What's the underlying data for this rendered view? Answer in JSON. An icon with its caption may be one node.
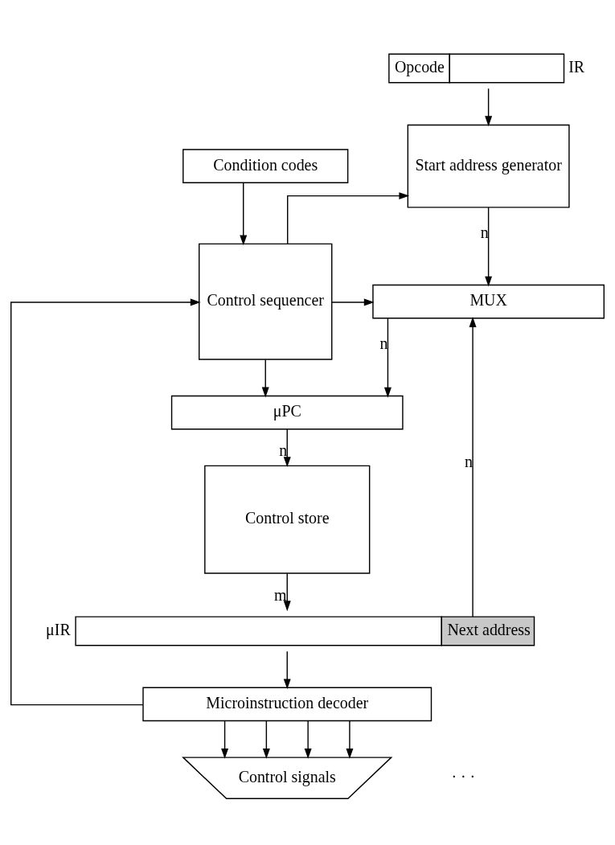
{
  "diagram": {
    "nodes": [
      {
        "text": [
          "Opcode"
        ],
        "beside": [
          "IR"
        ]
      },
      {
        "text": [
          "Start address generator"
        ]
      },
      {
        "text": [
          "Condition codes"
        ]
      },
      {
        "text": [
          "Control sequencer"
        ]
      },
      {
        "text": [
          "MUX"
        ]
      },
      {
        "text": [
          "μPC"
        ]
      },
      {
        "text": [
          "Control store"
        ]
      },
      {
        "text": [
          "Next address"
        ],
        "beside": [
          "μIR"
        ]
      },
      {
        "text": [
          "Microinstruction decoder"
        ]
      },
      {
        "text": [
          "Control signals"
        ]
      }
    ],
    "edges": [
      {
        "from": 0,
        "to": 1,
        "arrow": "to"
      },
      {
        "from": 2,
        "to": 3,
        "arrow": "to"
      },
      {
        "from": 3,
        "to": 1,
        "arrow": "to"
      },
      {
        "from": 1,
        "to": 4,
        "arrow": "to",
        "label": "n"
      },
      {
        "from": 3,
        "to": 4,
        "arrow": "to"
      },
      {
        "from": 7,
        "to": 4,
        "arrow": "to",
        "label": "n"
      },
      {
        "from": 3,
        "to": 5,
        "arrow": "to"
      },
      {
        "from": 4,
        "to": 5,
        "arrow": "to",
        "label": "n"
      },
      {
        "from": 5,
        "to": 6,
        "arrow": "to",
        "label": "n"
      },
      {
        "from": 6,
        "to": 7,
        "arrow": "to",
        "label": "m"
      },
      {
        "from": 7,
        "to": 8,
        "arrow": "to"
      },
      {
        "from": 8,
        "to": 3,
        "arrow": "to"
      },
      {
        "from": 8,
        "to": 9,
        "arrow": "to"
      },
      {
        "from": 8,
        "to": 9,
        "arrow": "to"
      },
      {
        "from": 8,
        "to": 9,
        "arrow": "to"
      },
      {
        "from": 8,
        "to": 9,
        "arrow": "to"
      }
    ],
    "labels": [
      "· · ·"
    ]
  }
}
